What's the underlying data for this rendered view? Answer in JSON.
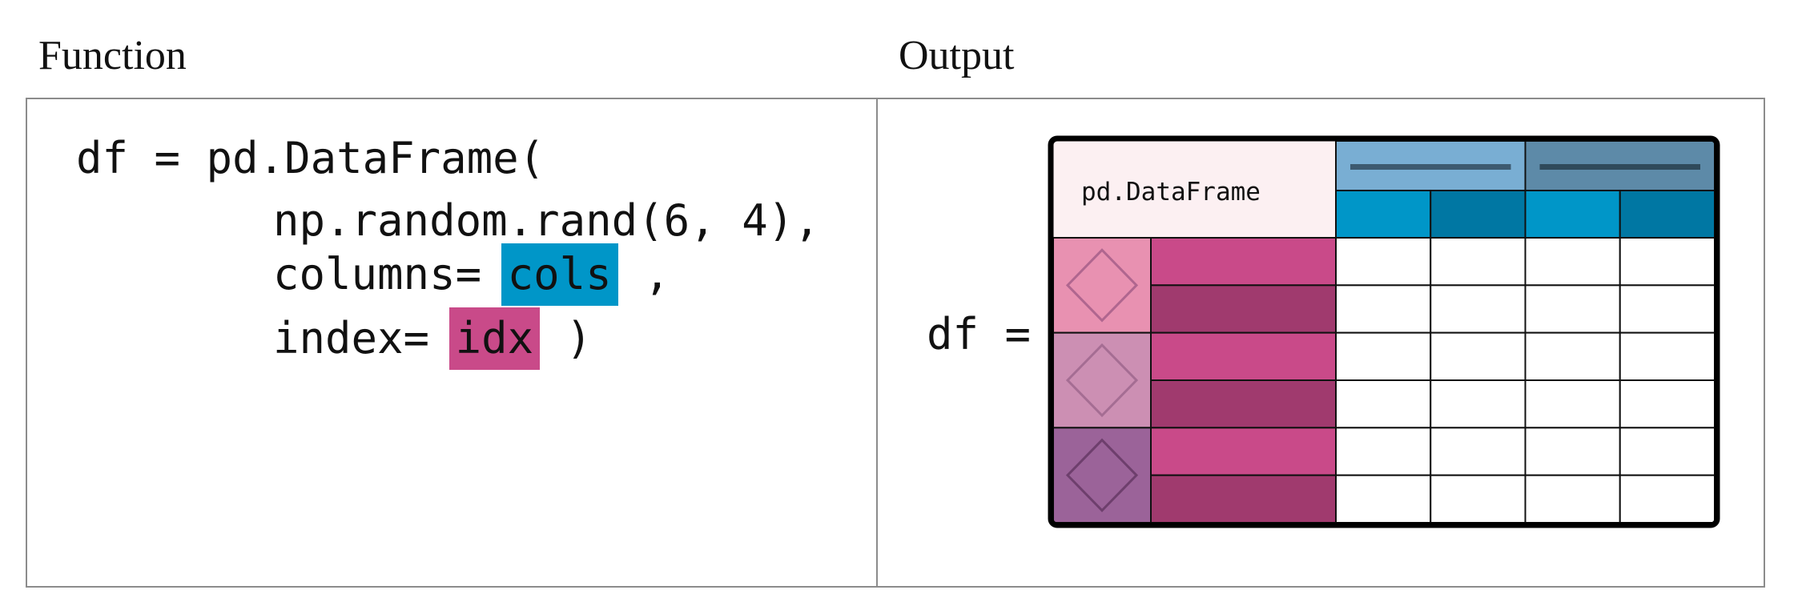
{
  "headers": {
    "function": "Function",
    "output": "Output"
  },
  "code": {
    "line1": "df = pd.DataFrame(",
    "line2": "np.random.rand(6, 4),",
    "line3_prefix": "columns=",
    "line3_arg": "cols",
    "line3_suffix": ",",
    "line4_prefix": "index=",
    "line4_arg": "idx",
    "line4_suffix": ")"
  },
  "output": {
    "assign_label": "df =",
    "table_label": "pd.DataFrame",
    "rows": 6,
    "columns": 4,
    "column_groups": 2,
    "index_groups": 3
  },
  "colors": {
    "cols_highlight": "#0096c8",
    "idx_highlight": "#c94a89",
    "header_bg": "#fcf0f2",
    "col_group_1": "#79aed3",
    "col_group_2": "#5d8aa8",
    "col_a": "#0096c8",
    "col_b": "#0077a3",
    "index_group_1": "#e891b1",
    "index_group_2": "#cc8fb3",
    "index_group_3": "#9b6399",
    "index_a": "#c94a89",
    "index_b": "#a03a6e"
  }
}
